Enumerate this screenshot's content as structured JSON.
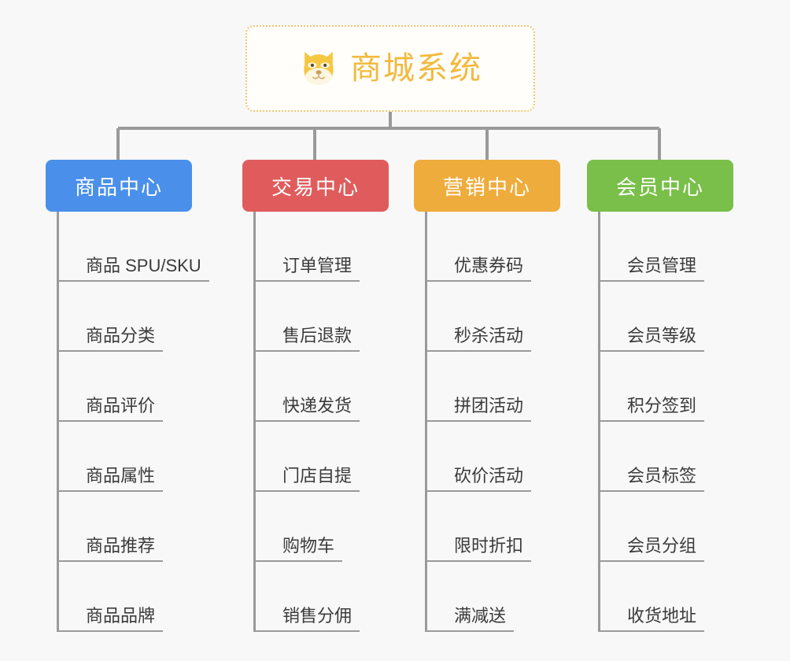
{
  "background_color": "#f8f8f8",
  "root": {
    "title": "商城系统",
    "icon": "dog-face-icon",
    "text_color": "#f2b93c",
    "border_color": "#f0c674",
    "fill_color": "#fffefb"
  },
  "connector_color": "#9a9a9a",
  "branches": [
    {
      "label": "商品中心",
      "color": "#4a90ea",
      "items": [
        "商品 SPU/SKU",
        "商品分类",
        "商品评价",
        "商品属性",
        "商品推荐",
        "商品品牌"
      ]
    },
    {
      "label": "交易中心",
      "color": "#e05c5c",
      "items": [
        "订单管理",
        "售后退款",
        "快递发货",
        "门店自提",
        "购物车",
        "销售分佣"
      ]
    },
    {
      "label": "营销中心",
      "color": "#eeac3c",
      "items": [
        "优惠券码",
        "秒杀活动",
        "拼团活动",
        "砍价活动",
        "限时折扣",
        "满减送"
      ]
    },
    {
      "label": "会员中心",
      "color": "#79bf4a",
      "items": [
        "会员管理",
        "会员等级",
        "积分签到",
        "会员标签",
        "会员分组",
        "收货地址"
      ]
    }
  ]
}
